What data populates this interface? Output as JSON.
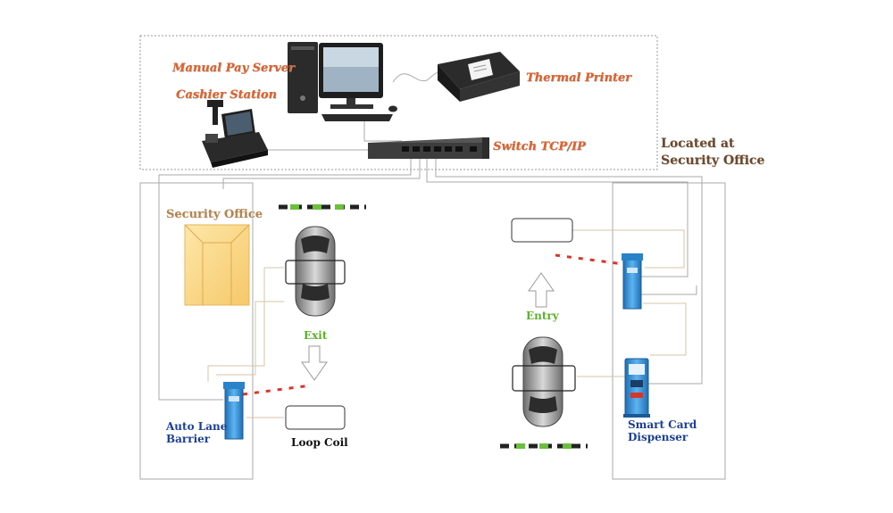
{
  "labels": {
    "manual_pay_server": "Manual Pay Server",
    "cashier_station": "Cashier Station",
    "thermal_printer": "Thermal Printer",
    "switch": "Switch TCP/IP",
    "located_at": "Located at",
    "security_office_loc": "Security Office",
    "security_office": "Security Office",
    "exit": "Exit",
    "entry": "Entry",
    "auto_lane_barrier_1": "Auto Lane",
    "auto_lane_barrier_2": "Barrier",
    "loop_coil": "Loop Coil",
    "smart_card_1": "Smart Card",
    "smart_card_2": "Dispenser"
  },
  "colors": {
    "orange_label": "#e2622a",
    "brown_label": "#6b4a32",
    "green_label": "#5cb02c",
    "blue_label": "#1c3f95",
    "security_office_fill": "#fbd98a",
    "barrier_blue": "#2f8fd8",
    "barrier_red": "#d6362c"
  }
}
